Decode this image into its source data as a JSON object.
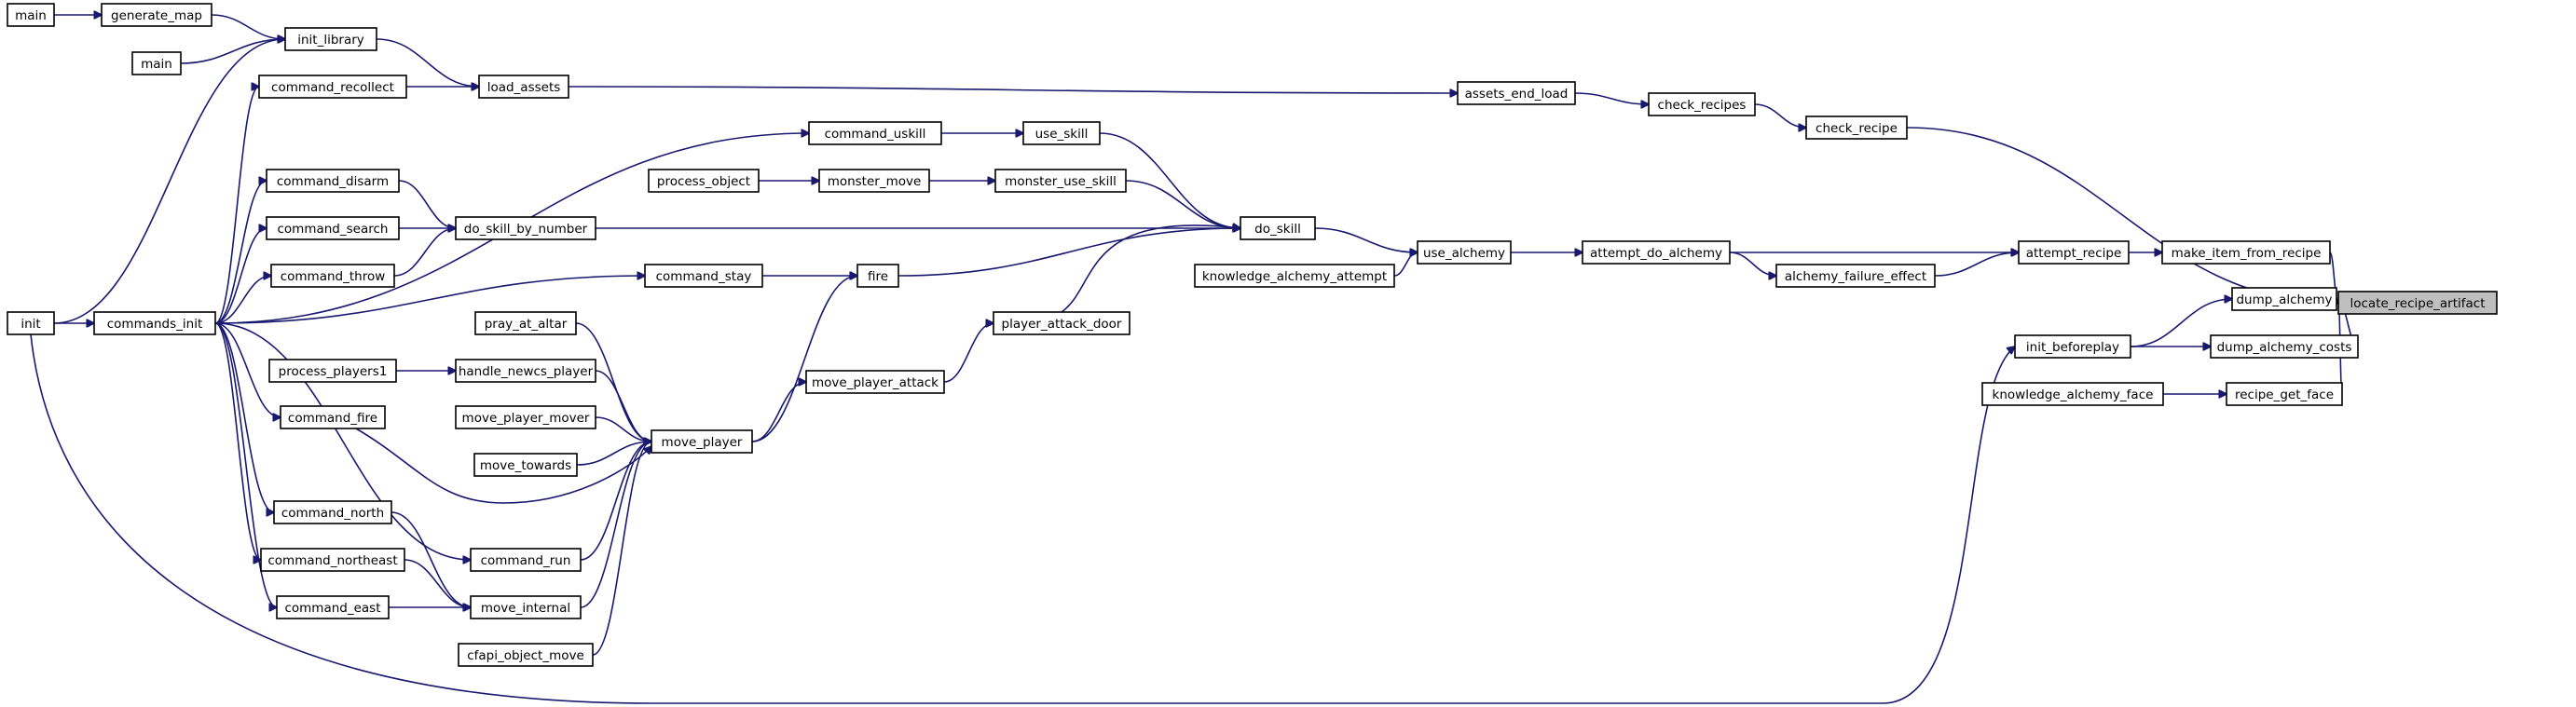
{
  "graph": {
    "edge_color": "#191970",
    "normal_border": "#000000",
    "truncated_border": "#ff0000",
    "root_fill": "#bfbfbf",
    "nodes": [
      {
        "id": "locate_recipe_artifact",
        "label": "locate_recipe_artifact",
        "style": "root"
      },
      {
        "id": "check_recipe",
        "label": "check_recipe",
        "style": "normal"
      },
      {
        "id": "check_recipes",
        "label": "check_recipes",
        "style": "normal"
      },
      {
        "id": "assets_end_load",
        "label": "assets_end_load",
        "style": "normal"
      },
      {
        "id": "load_assets",
        "label": "load_assets",
        "style": "normal"
      },
      {
        "id": "init_library",
        "label": "init_library",
        "style": "normal"
      },
      {
        "id": "generate_map",
        "label": "generate_map",
        "style": "normal"
      },
      {
        "id": "main_a",
        "label": "main",
        "style": "normal"
      },
      {
        "id": "main_b",
        "label": "main",
        "style": "normal"
      },
      {
        "id": "init",
        "label": "init",
        "style": "normal"
      },
      {
        "id": "command_recollect",
        "label": "command_recollect",
        "style": "normal"
      },
      {
        "id": "commands_init",
        "label": "commands_init",
        "style": "normal"
      },
      {
        "id": "command_uskill",
        "label": "command_uskill",
        "style": "normal"
      },
      {
        "id": "use_skill",
        "label": "use_skill",
        "style": "normal"
      },
      {
        "id": "process_object",
        "label": "process_object",
        "style": "truncated"
      },
      {
        "id": "monster_move",
        "label": "monster_move",
        "style": "normal"
      },
      {
        "id": "monster_use_skill",
        "label": "monster_use_skill",
        "style": "normal"
      },
      {
        "id": "command_disarm",
        "label": "command_disarm",
        "style": "normal"
      },
      {
        "id": "command_search",
        "label": "command_search",
        "style": "normal"
      },
      {
        "id": "do_skill_by_number",
        "label": "do_skill_by_number",
        "style": "normal"
      },
      {
        "id": "do_skill",
        "label": "do_skill",
        "style": "normal"
      },
      {
        "id": "command_throw",
        "label": "command_throw",
        "style": "normal"
      },
      {
        "id": "command_stay",
        "label": "command_stay",
        "style": "normal"
      },
      {
        "id": "fire",
        "label": "fire",
        "style": "normal"
      },
      {
        "id": "knowledge_alchemy_attempt",
        "label": "knowledge_alchemy_attempt",
        "style": "normal"
      },
      {
        "id": "use_alchemy",
        "label": "use_alchemy",
        "style": "normal"
      },
      {
        "id": "attempt_do_alchemy",
        "label": "attempt_do_alchemy",
        "style": "normal"
      },
      {
        "id": "alchemy_failure_effect",
        "label": "alchemy_failure_effect",
        "style": "normal"
      },
      {
        "id": "attempt_recipe",
        "label": "attempt_recipe",
        "style": "normal"
      },
      {
        "id": "make_item_from_recipe",
        "label": "make_item_from_recipe",
        "style": "normal"
      },
      {
        "id": "pray_at_altar",
        "label": "pray_at_altar",
        "style": "truncated"
      },
      {
        "id": "player_attack_door",
        "label": "player_attack_door",
        "style": "normal"
      },
      {
        "id": "dump_alchemy",
        "label": "dump_alchemy",
        "style": "normal"
      },
      {
        "id": "init_beforeplay",
        "label": "init_beforeplay",
        "style": "normal"
      },
      {
        "id": "dump_alchemy_costs",
        "label": "dump_alchemy_costs",
        "style": "normal"
      },
      {
        "id": "process_players1",
        "label": "process_players1",
        "style": "truncated"
      },
      {
        "id": "handle_newcs_player",
        "label": "handle_newcs_player",
        "style": "normal"
      },
      {
        "id": "knowledge_alchemy_face",
        "label": "knowledge_alchemy_face",
        "style": "normal"
      },
      {
        "id": "recipe_get_face",
        "label": "recipe_get_face",
        "style": "normal"
      },
      {
        "id": "move_player_attack",
        "label": "move_player_attack",
        "style": "normal"
      },
      {
        "id": "command_fire",
        "label": "command_fire",
        "style": "normal"
      },
      {
        "id": "move_player_mover",
        "label": "move_player_mover",
        "style": "truncated"
      },
      {
        "id": "move_player",
        "label": "move_player",
        "style": "normal"
      },
      {
        "id": "move_towards",
        "label": "move_towards",
        "style": "truncated"
      },
      {
        "id": "command_north",
        "label": "command_north",
        "style": "normal"
      },
      {
        "id": "command_run",
        "label": "command_run",
        "style": "normal"
      },
      {
        "id": "command_northeast",
        "label": "command_northeast",
        "style": "normal"
      },
      {
        "id": "command_east",
        "label": "command_east",
        "style": "normal"
      },
      {
        "id": "move_internal",
        "label": "move_internal",
        "style": "truncated"
      },
      {
        "id": "cfapi_object_move",
        "label": "cfapi_object_move",
        "style": "normal"
      }
    ],
    "edges": [
      {
        "from": "check_recipe",
        "to": "locate_recipe_artifact"
      },
      {
        "from": "make_item_from_recipe",
        "to": "locate_recipe_artifact"
      },
      {
        "from": "dump_alchemy",
        "to": "locate_recipe_artifact"
      },
      {
        "from": "dump_alchemy_costs",
        "to": "locate_recipe_artifact"
      },
      {
        "from": "recipe_get_face",
        "to": "locate_recipe_artifact"
      },
      {
        "from": "check_recipes",
        "to": "check_recipe"
      },
      {
        "from": "assets_end_load",
        "to": "check_recipes"
      },
      {
        "from": "load_assets",
        "to": "assets_end_load"
      },
      {
        "from": "init_library",
        "to": "load_assets"
      },
      {
        "from": "command_recollect",
        "to": "load_assets"
      },
      {
        "from": "generate_map",
        "to": "init_library"
      },
      {
        "from": "main_a",
        "to": "generate_map"
      },
      {
        "from": "main_b",
        "to": "init_library"
      },
      {
        "from": "init",
        "to": "init_library"
      },
      {
        "from": "commands_init",
        "to": "command_recollect"
      },
      {
        "from": "init",
        "to": "commands_init"
      },
      {
        "from": "attempt_recipe",
        "to": "make_item_from_recipe"
      },
      {
        "from": "attempt_do_alchemy",
        "to": "attempt_recipe"
      },
      {
        "from": "alchemy_failure_effect",
        "to": "attempt_recipe"
      },
      {
        "from": "attempt_do_alchemy",
        "to": "alchemy_failure_effect"
      },
      {
        "from": "use_alchemy",
        "to": "attempt_do_alchemy"
      },
      {
        "from": "do_skill",
        "to": "use_alchemy"
      },
      {
        "from": "knowledge_alchemy_attempt",
        "to": "use_alchemy"
      },
      {
        "from": "use_skill",
        "to": "do_skill"
      },
      {
        "from": "monster_use_skill",
        "to": "do_skill"
      },
      {
        "from": "do_skill_by_number",
        "to": "do_skill"
      },
      {
        "from": "fire",
        "to": "do_skill"
      },
      {
        "from": "player_attack_door",
        "to": "do_skill"
      },
      {
        "from": "command_uskill",
        "to": "use_skill"
      },
      {
        "from": "commands_init",
        "to": "command_uskill"
      },
      {
        "from": "monster_move",
        "to": "monster_use_skill"
      },
      {
        "from": "process_object",
        "to": "monster_move"
      },
      {
        "from": "command_disarm",
        "to": "do_skill_by_number"
      },
      {
        "from": "command_search",
        "to": "do_skill_by_number"
      },
      {
        "from": "command_throw",
        "to": "do_skill_by_number"
      },
      {
        "from": "commands_init",
        "to": "command_disarm"
      },
      {
        "from": "commands_init",
        "to": "command_search"
      },
      {
        "from": "commands_init",
        "to": "command_throw"
      },
      {
        "from": "command_stay",
        "to": "fire"
      },
      {
        "from": "move_player",
        "to": "fire"
      },
      {
        "from": "commands_init",
        "to": "command_stay"
      },
      {
        "from": "move_player_attack",
        "to": "player_attack_door"
      },
      {
        "from": "move_player",
        "to": "move_player_attack"
      },
      {
        "from": "init_beforeplay",
        "to": "dump_alchemy"
      },
      {
        "from": "init_beforeplay",
        "to": "dump_alchemy_costs"
      },
      {
        "from": "init",
        "to": "init_beforeplay"
      },
      {
        "from": "knowledge_alchemy_face",
        "to": "recipe_get_face"
      },
      {
        "from": "pray_at_altar",
        "to": "move_player"
      },
      {
        "from": "handle_newcs_player",
        "to": "move_player"
      },
      {
        "from": "process_players1",
        "to": "handle_newcs_player"
      },
      {
        "from": "move_player_mover",
        "to": "move_player"
      },
      {
        "from": "move_towards",
        "to": "move_player"
      },
      {
        "from": "command_fire",
        "to": "move_player"
      },
      {
        "from": "command_run",
        "to": "move_player"
      },
      {
        "from": "move_internal",
        "to": "move_player"
      },
      {
        "from": "cfapi_object_move",
        "to": "move_player"
      },
      {
        "from": "commands_init",
        "to": "command_fire"
      },
      {
        "from": "commands_init",
        "to": "command_north"
      },
      {
        "from": "commands_init",
        "to": "command_run"
      },
      {
        "from": "commands_init",
        "to": "command_northeast"
      },
      {
        "from": "commands_init",
        "to": "command_east"
      },
      {
        "from": "command_north",
        "to": "move_internal"
      },
      {
        "from": "command_northeast",
        "to": "move_internal"
      },
      {
        "from": "command_east",
        "to": "move_internal"
      }
    ]
  }
}
